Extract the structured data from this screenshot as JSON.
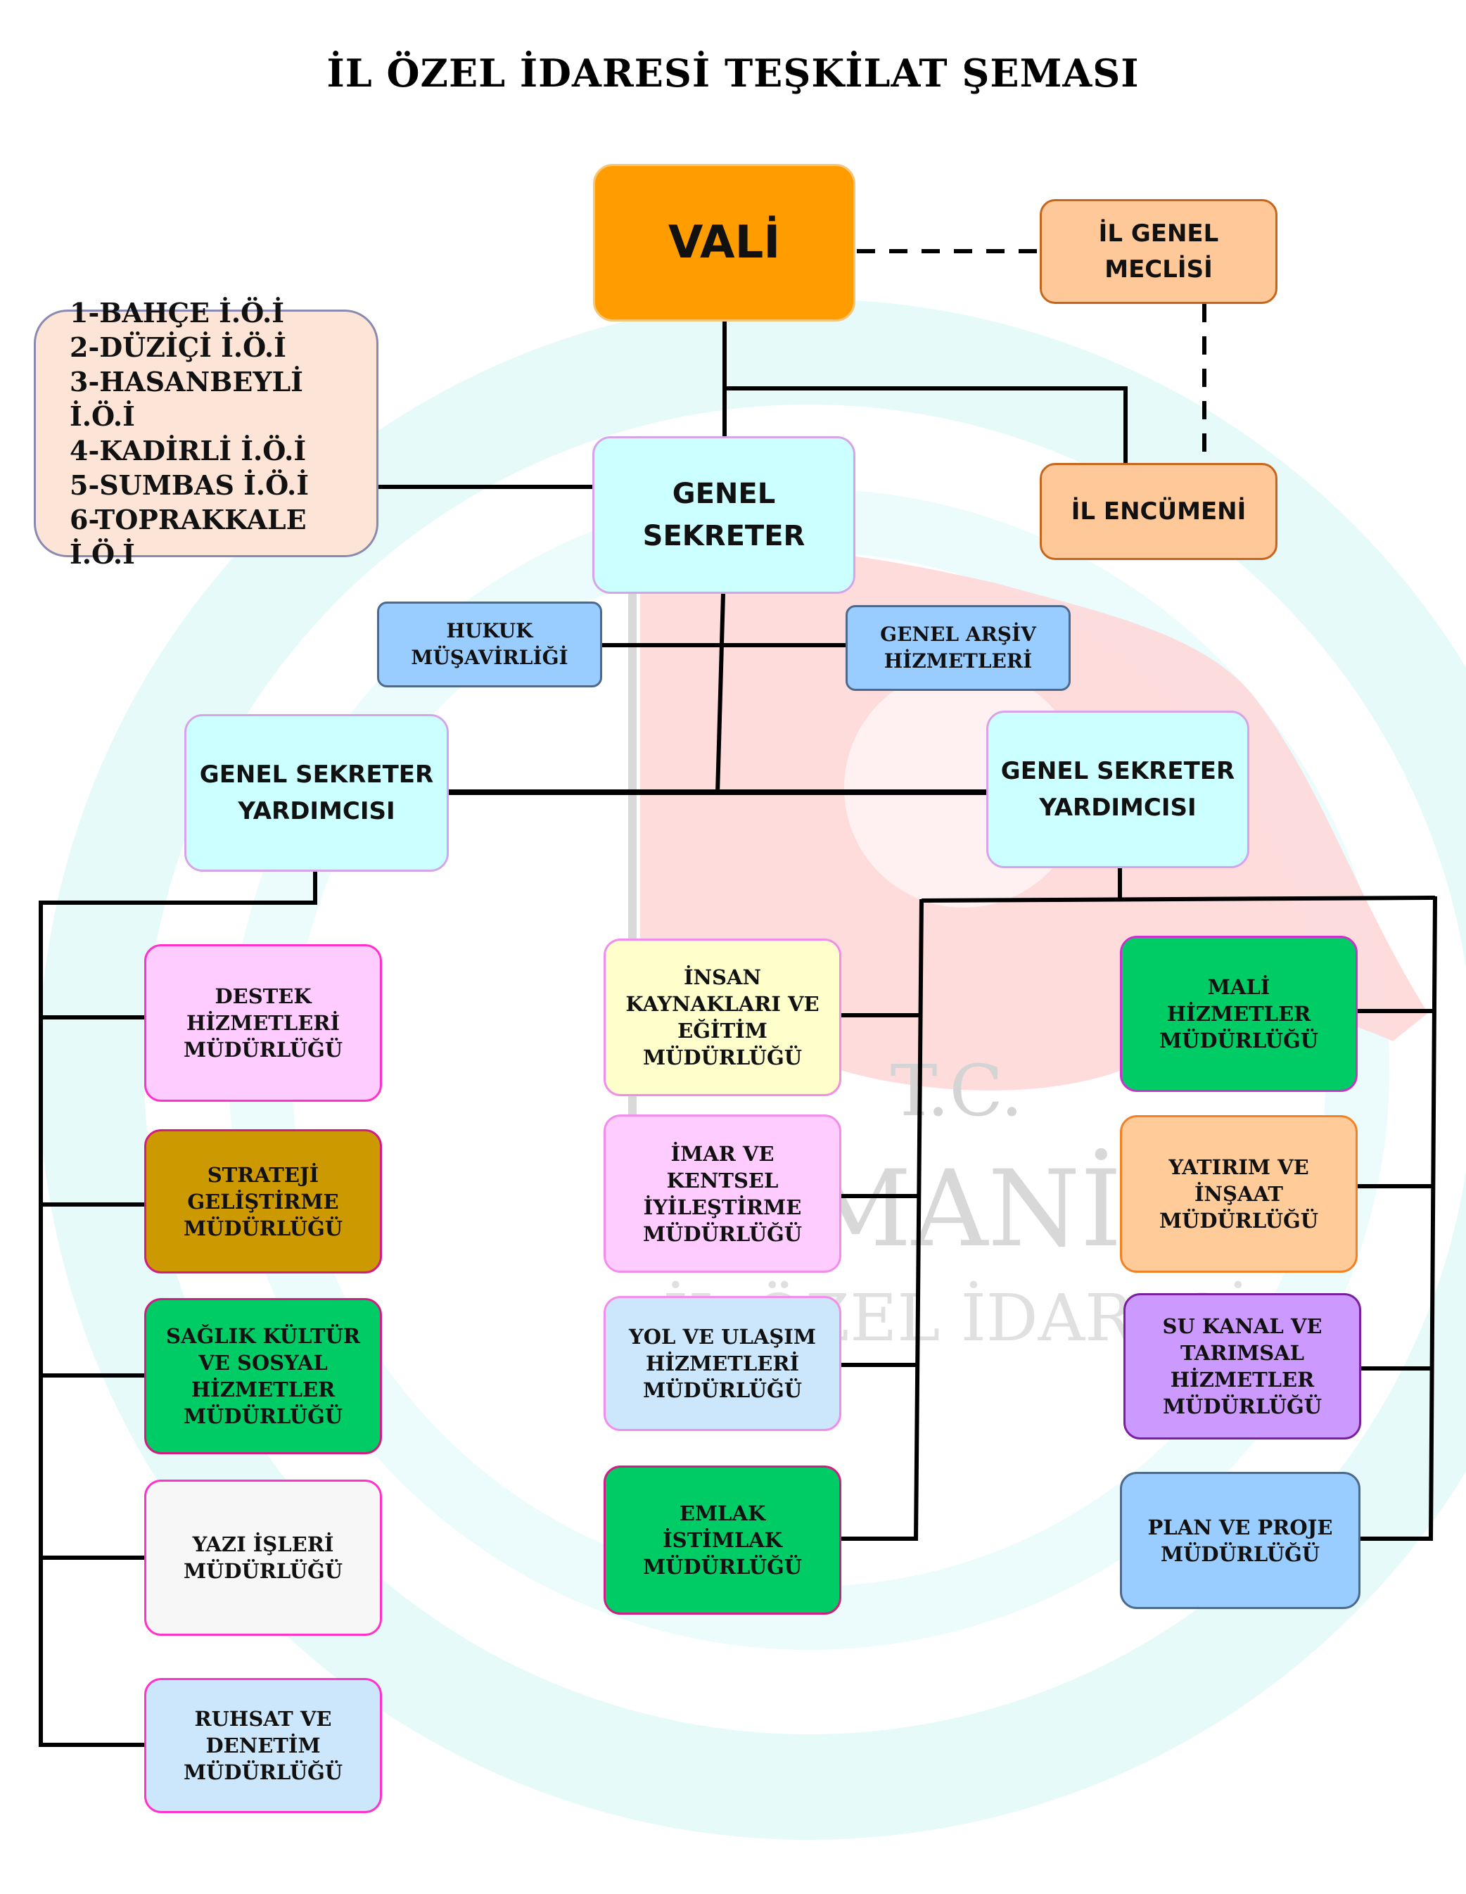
{
  "title": "İL ÖZEL İDARESİ TEŞKİLAT ŞEMASI",
  "watermark": {
    "line1": "T.C.",
    "line2": "OSMANİYE",
    "line3": "İL ÖZEL İDARESİ"
  },
  "nodes": {
    "vali": "VALİ",
    "il_genel_meclisi": "İL GENEL\nMECLİSİ",
    "il_encumeni": "İL ENCÜMENİ",
    "ilce_idareleri": "1-BAHÇE İ.Ö.İ\n2-DÜZİÇİ İ.Ö.İ\n3-HASANBEYLİ İ.Ö.İ\n4-KADİRLİ İ.Ö.İ\n5-SUMBAS İ.Ö.İ\n6-TOPRAKKALE İ.Ö.İ",
    "genel_sekreter": "GENEL\nSEKRETER",
    "hukuk_musavirligi": "HUKUK\nMÜŞAVİRLİĞİ",
    "genel_arsiv": "GENEL ARŞİV\nHİZMETLERİ",
    "gs_yardimcisi_left": "GENEL SEKRETER\nYARDIMCISI",
    "gs_yardimcisi_right": "GENEL SEKRETER\nYARDIMCISI"
  },
  "left_directorates": [
    "DESTEK\nHİZMETLERİ\nMÜDÜRLÜĞÜ",
    "STRATEJİ\nGELİŞTİRME\nMÜDÜRLÜĞÜ",
    "SAĞLIK KÜLTÜR\nVE SOSYAL\nHİZMETLER\nMÜDÜRLÜĞÜ",
    "YAZI İŞLERİ\nMÜDÜRLÜĞÜ",
    "RUHSAT VE\nDENETİM\nMÜDÜRLÜĞÜ"
  ],
  "center_directorates": [
    "İNSAN\nKAYNAKLARI VE\nEĞİTİM\nMÜDÜRLÜĞÜ",
    "İMAR VE\nKENTSEL\nİYİLEŞTİRME\nMÜDÜRLÜĞÜ",
    "YOL VE ULAŞIM\nHİZMETLERİ\nMÜDÜRLÜĞÜ",
    "EMLAK\nİSTİMLAK\nMÜDÜRLÜĞÜ"
  ],
  "right_directorates": [
    "MALİ\nHİZMETLER\nMÜDÜRLÜĞÜ",
    "YATIRIM  VE\nİNŞAAT\nMÜDÜRLÜĞÜ",
    "SU KANAL VE\nTARIMSAL\nHİZMETLER\nMÜDÜRLÜĞÜ",
    "PLAN VE PROJE\nMÜDÜRLÜĞÜ"
  ]
}
